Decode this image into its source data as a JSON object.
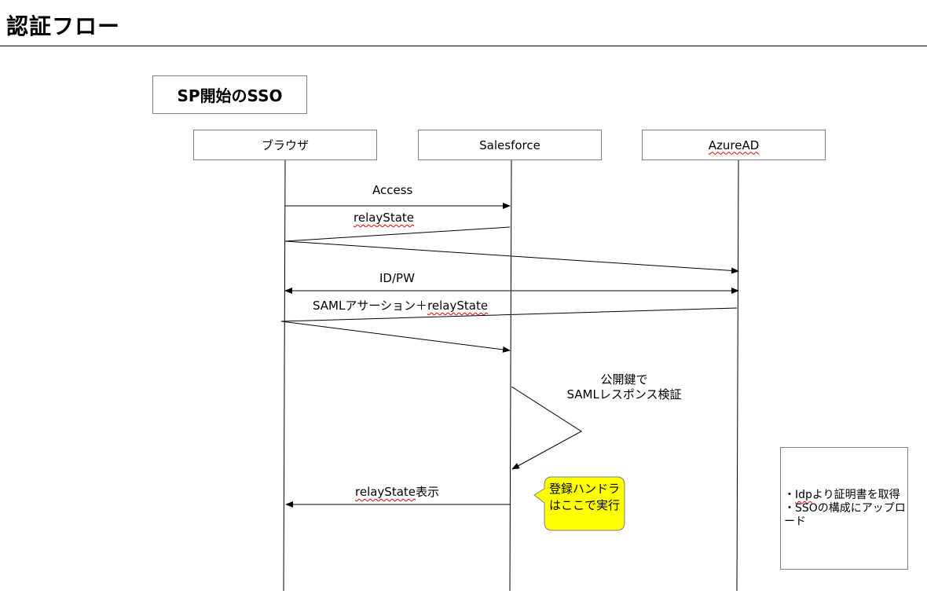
{
  "page_title": "認証フロー",
  "section_title": "SP開始のSSO",
  "lifelines": [
    "ブラウザ",
    "Salesforce",
    "AzureAD"
  ],
  "messages": {
    "access": "Access",
    "relay_state": "relayState",
    "id_pw": "ID/PW",
    "saml_assertion_prefix": "SAMLアサーション＋",
    "saml_assertion_suffix": "relayState",
    "verify_line1": "公開鍵で",
    "verify_line2": "SAMLレスポンス検証",
    "relay_display_prefix": "relayState",
    "relay_display_suffix": "表示"
  },
  "callout": {
    "line1": "登録ハンドラ",
    "line2": "はここで実行",
    "fill": "#ffff00"
  },
  "note": {
    "line1_prefix": "・",
    "line1_idp": "Idp",
    "line1_rest": "より証明書を取得",
    "line2": "・SSOの構成にアップロード"
  }
}
